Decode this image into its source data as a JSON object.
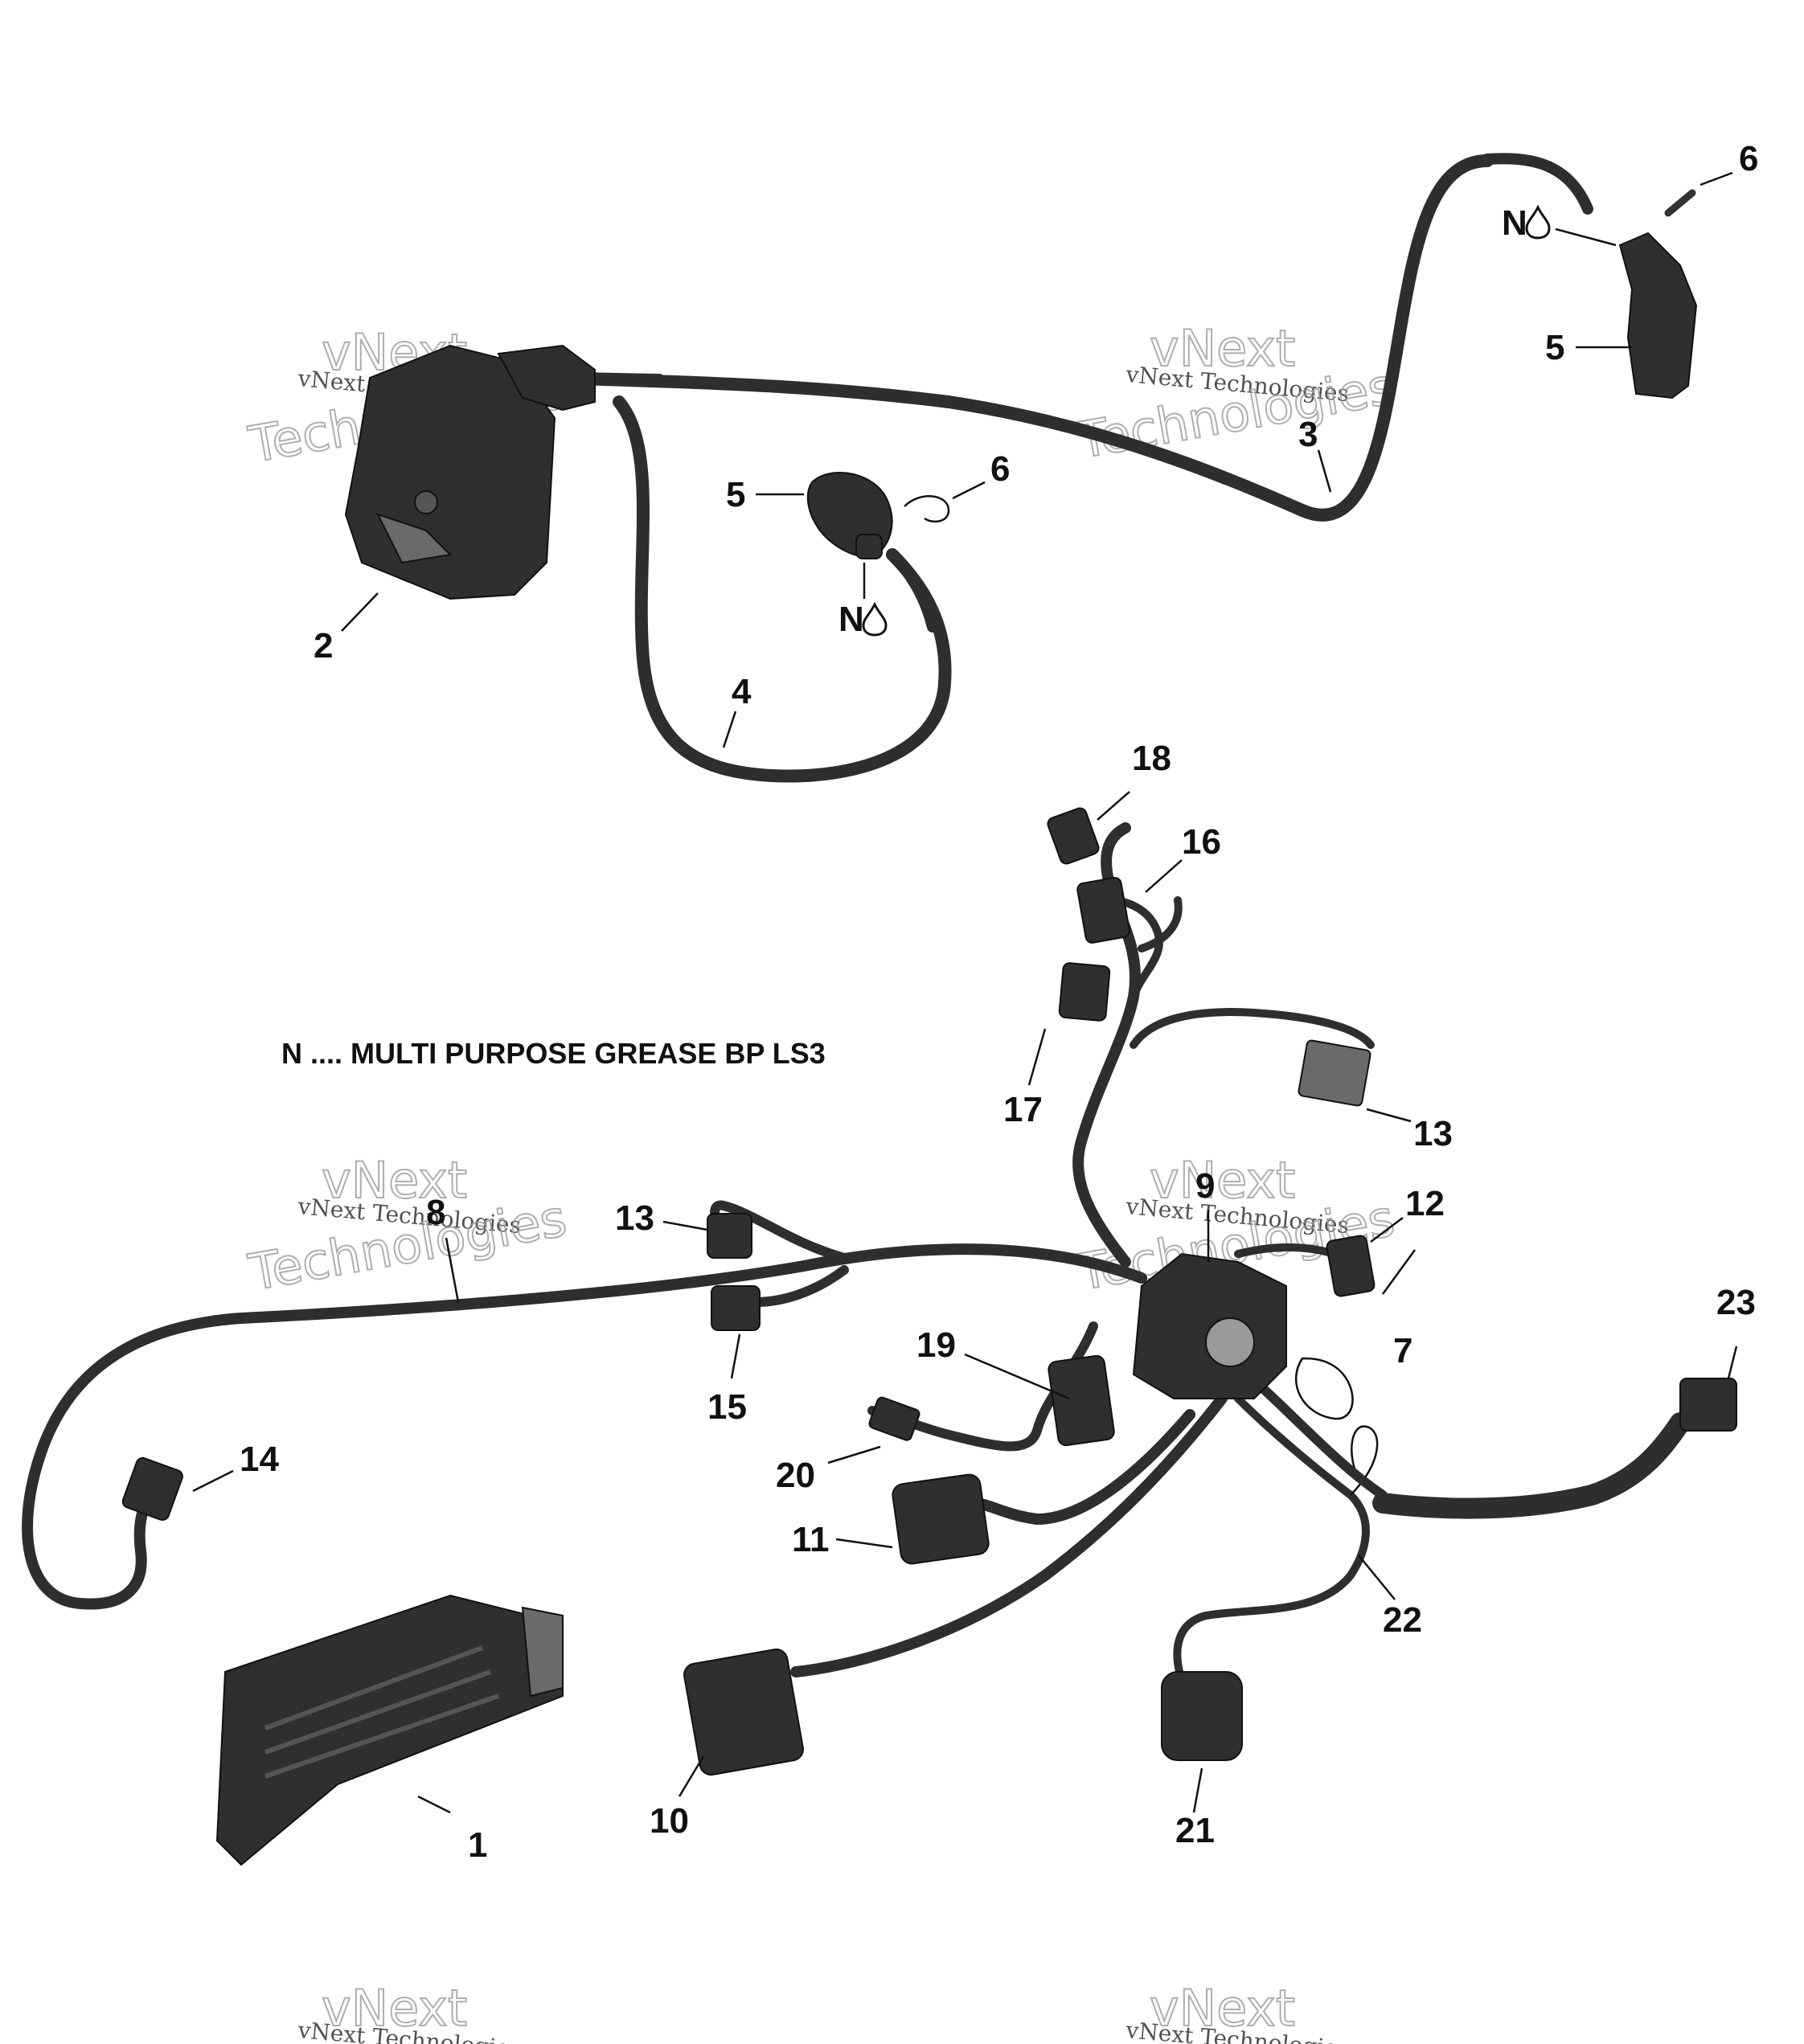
{
  "legend": {
    "grease_note": "N .... MULTI PURPOSE GREASE BP LS3"
  },
  "grease_marker": {
    "letter": "N",
    "icon": "grease-drop-icon"
  },
  "watermark": {
    "line_small": "vNext Technologies",
    "line_big_top": "vNext",
    "line_big_bottom": "Technologies"
  },
  "callouts": [
    {
      "id": "c1",
      "label": "1"
    },
    {
      "id": "c2",
      "label": "2"
    },
    {
      "id": "c3",
      "label": "3"
    },
    {
      "id": "c4",
      "label": "4"
    },
    {
      "id": "c5a",
      "label": "5"
    },
    {
      "id": "c5b",
      "label": "5"
    },
    {
      "id": "c6a",
      "label": "6"
    },
    {
      "id": "c6b",
      "label": "6"
    },
    {
      "id": "c7",
      "label": "7"
    },
    {
      "id": "c8",
      "label": "8"
    },
    {
      "id": "c9",
      "label": "9"
    },
    {
      "id": "c10",
      "label": "10"
    },
    {
      "id": "c11",
      "label": "11"
    },
    {
      "id": "c12",
      "label": "12"
    },
    {
      "id": "c13a",
      "label": "13"
    },
    {
      "id": "c13b",
      "label": "13"
    },
    {
      "id": "c14",
      "label": "14"
    },
    {
      "id": "c15",
      "label": "15"
    },
    {
      "id": "c16",
      "label": "16"
    },
    {
      "id": "c17",
      "label": "17"
    },
    {
      "id": "c18",
      "label": "18"
    },
    {
      "id": "c19",
      "label": "19"
    },
    {
      "id": "c20",
      "label": "20"
    },
    {
      "id": "c21",
      "label": "21"
    },
    {
      "id": "c22",
      "label": "22"
    },
    {
      "id": "c23",
      "label": "23"
    }
  ],
  "colors": {
    "ink": "#111111",
    "cable": "#2e2e2e",
    "cable_light": "#c8c8c8",
    "watermark": "#9a9a9a"
  }
}
